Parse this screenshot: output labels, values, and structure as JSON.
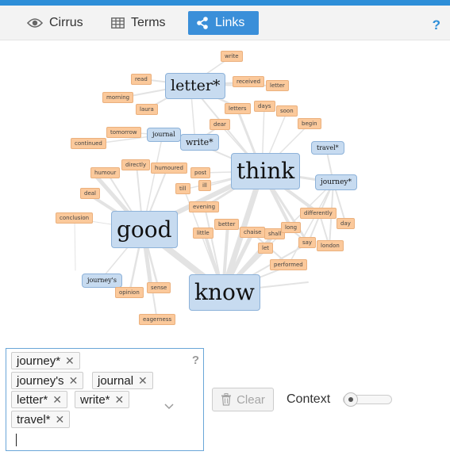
{
  "header": {
    "tabs": [
      {
        "label": "Cirrus",
        "icon": "eye-icon"
      },
      {
        "label": "Terms",
        "icon": "table-icon"
      },
      {
        "label": "Links",
        "icon": "share-icon",
        "active": true
      }
    ],
    "help_label": "?",
    "accent_color": "#2d8ed8"
  },
  "graph": {
    "keywords": [
      {
        "id": "letter",
        "label": "letter*"
      },
      {
        "id": "think",
        "label": "think"
      },
      {
        "id": "good",
        "label": "good"
      },
      {
        "id": "know",
        "label": "know"
      },
      {
        "id": "write",
        "label": "write*"
      },
      {
        "id": "journal",
        "label": "journal"
      },
      {
        "id": "travel",
        "label": "travel*"
      },
      {
        "id": "journey",
        "label": "journey*"
      },
      {
        "id": "journeys",
        "label": "journey's"
      }
    ],
    "context_terms": [
      {
        "id": "write_c",
        "label": "write"
      },
      {
        "id": "read",
        "label": "read"
      },
      {
        "id": "received",
        "label": "received"
      },
      {
        "id": "letter_c",
        "label": "letter"
      },
      {
        "id": "morning",
        "label": "morning"
      },
      {
        "id": "laura",
        "label": "laura"
      },
      {
        "id": "letters",
        "label": "letters"
      },
      {
        "id": "days",
        "label": "days"
      },
      {
        "id": "soon",
        "label": "soon"
      },
      {
        "id": "begin",
        "label": "begin"
      },
      {
        "id": "dear",
        "label": "dear"
      },
      {
        "id": "tomorrow",
        "label": "tomorrow"
      },
      {
        "id": "continued",
        "label": "continued"
      },
      {
        "id": "directly",
        "label": "directly"
      },
      {
        "id": "humour",
        "label": "humour"
      },
      {
        "id": "humoured",
        "label": "humoured"
      },
      {
        "id": "post",
        "label": "post"
      },
      {
        "id": "till",
        "label": "till"
      },
      {
        "id": "ill",
        "label": "ill"
      },
      {
        "id": "deal",
        "label": "deal"
      },
      {
        "id": "evening",
        "label": "evening"
      },
      {
        "id": "conclusion",
        "label": "conclusion"
      },
      {
        "id": "differently",
        "label": "differently"
      },
      {
        "id": "day",
        "label": "day"
      },
      {
        "id": "better",
        "label": "better"
      },
      {
        "id": "little",
        "label": "little"
      },
      {
        "id": "chaise",
        "label": "chaise"
      },
      {
        "id": "shall",
        "label": "shall"
      },
      {
        "id": "long",
        "label": "long"
      },
      {
        "id": "say",
        "label": "say"
      },
      {
        "id": "london",
        "label": "london"
      },
      {
        "id": "let",
        "label": "let"
      },
      {
        "id": "performed",
        "label": "performed"
      },
      {
        "id": "sense",
        "label": "sense"
      },
      {
        "id": "opinion",
        "label": "opinion"
      },
      {
        "id": "eagerness",
        "label": "eagerness"
      }
    ],
    "keyword_color": "#c7dbf0",
    "context_color": "#fbc99b"
  },
  "search": {
    "tags": [
      {
        "label": "journey*"
      },
      {
        "label": "journey's"
      },
      {
        "label": "journal"
      },
      {
        "label": "letter*"
      },
      {
        "label": "write*"
      },
      {
        "label": "travel*"
      }
    ],
    "remove_symbol": "✕",
    "help_label": "?"
  },
  "controls": {
    "clear_label": "Clear",
    "context_label": "Context",
    "context_level": 0
  }
}
